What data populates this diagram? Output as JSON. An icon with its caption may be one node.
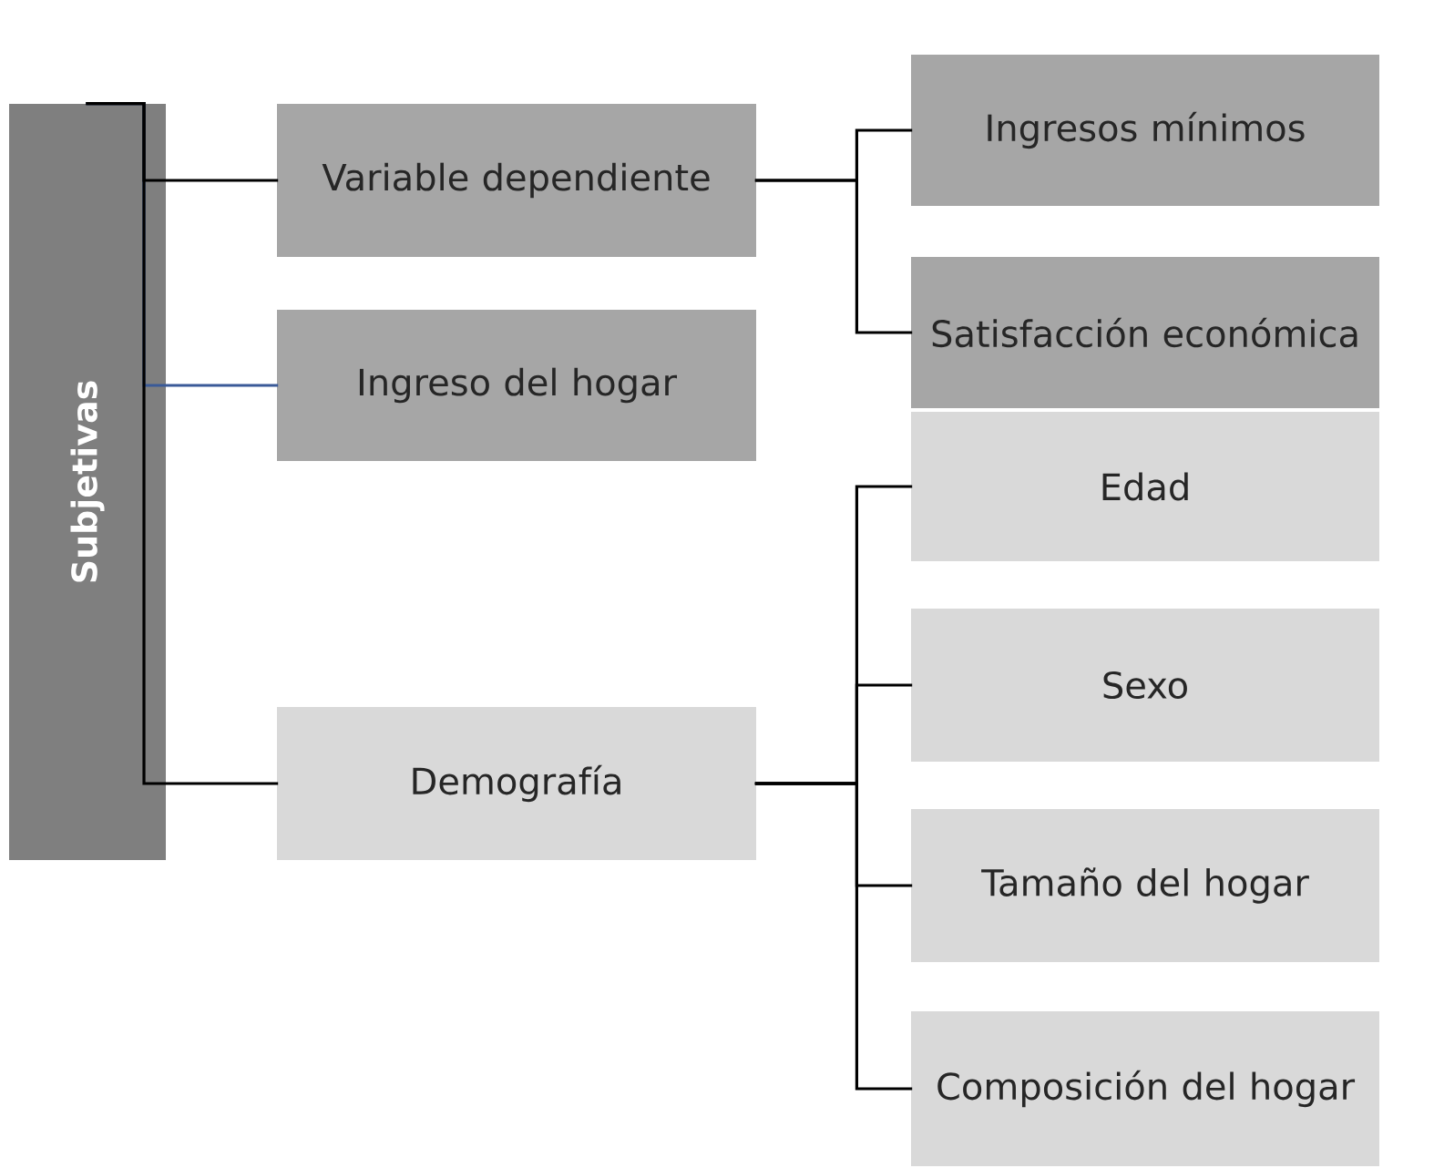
{
  "diagram": {
    "nodes": [
      {
        "text": [
          "Subjetivas"
        ]
      },
      {
        "text": [
          "Variable dependiente"
        ]
      },
      {
        "text": [
          "Ingreso del hogar"
        ]
      },
      {
        "text": [
          "Demografía"
        ]
      },
      {
        "text": [
          "Ingresos mínimos"
        ]
      },
      {
        "text": [
          "Satisfacción económica"
        ]
      },
      {
        "text": [
          "Edad"
        ]
      },
      {
        "text": [
          "Sexo"
        ]
      },
      {
        "text": [
          "Tamaño del hogar"
        ]
      },
      {
        "text": [
          "Composición del hogar"
        ]
      }
    ],
    "edges": [
      {
        "from": 0,
        "to": 1,
        "arrow": "none"
      },
      {
        "from": 0,
        "to": 2,
        "arrow": "none",
        "color": "#3a5a98"
      },
      {
        "from": 0,
        "to": 3,
        "arrow": "none"
      },
      {
        "from": 1,
        "to": 4,
        "arrow": "none"
      },
      {
        "from": 1,
        "to": 5,
        "arrow": "none"
      },
      {
        "from": 3,
        "to": 6,
        "arrow": "none"
      },
      {
        "from": 3,
        "to": 7,
        "arrow": "none"
      },
      {
        "from": 3,
        "to": 8,
        "arrow": "none"
      },
      {
        "from": 3,
        "to": 9,
        "arrow": "none"
      }
    ]
  }
}
